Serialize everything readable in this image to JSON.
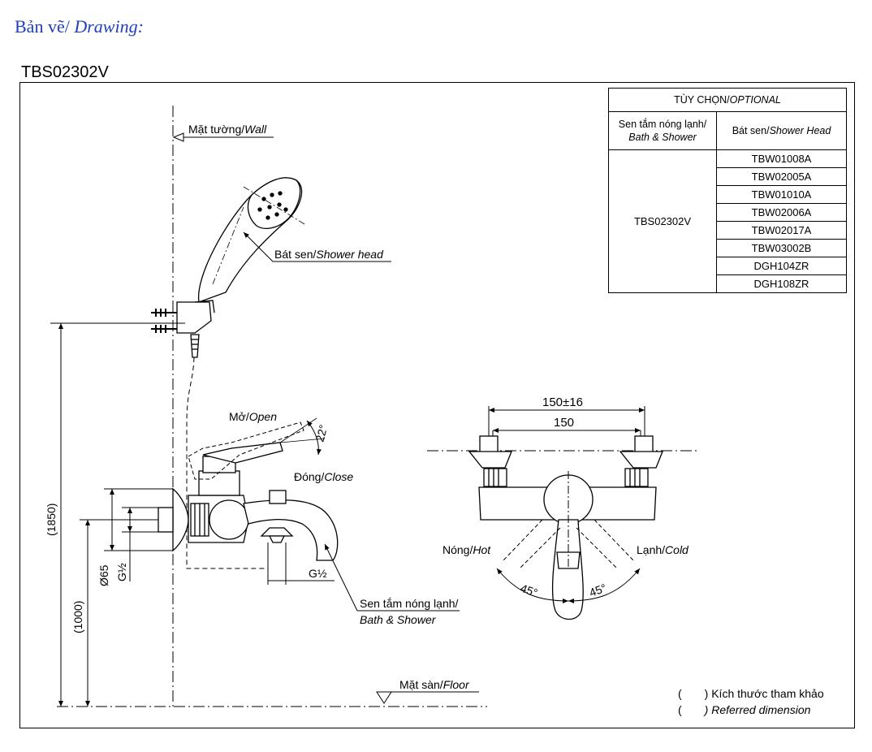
{
  "header": {
    "title_vi": "Bản vẽ/",
    "title_en": " Drawing:",
    "model": "TBS02302V"
  },
  "labels": {
    "wall_vi": "Mặt tường/",
    "wall_en": "Wall",
    "shower_head_vi": "Bát sen/",
    "shower_head_en": "Shower head",
    "open_vi": "Mở/",
    "open_en": "Open",
    "close_vi": "Đóng/",
    "close_en": "Close",
    "angle_22": "22°",
    "bath_shower_vi": "Sen tắm nóng lạnh/",
    "bath_shower_en": "Bath & Shower",
    "floor_vi": "Mặt sàn/",
    "floor_en": "Floor",
    "hot_vi": "Nóng/",
    "hot_en": "Hot",
    "cold_vi": "Lạnh/",
    "cold_en": "Cold",
    "angle_45_left": "45°",
    "angle_45_right": "45°"
  },
  "dimensions": {
    "height_total": "(1850)",
    "height_mixer": "(1000)",
    "diameter": "Ø65",
    "thread_inlet": "G½",
    "thread_outlet": "G½",
    "centers_range": "150±16",
    "centers": "150"
  },
  "options_table": {
    "title_vi": "TÙY CHỌN/",
    "title_en": "OPTIONAL",
    "col1_vi": "Sen tắm nóng lạnh/",
    "col1_en": "Bath & Shower",
    "col2_vi": "Bát sen/",
    "col2_en": "Shower Head",
    "model": "TBS02302V",
    "shower_heads": [
      "TBW01008A",
      "TBW02005A",
      "TBW01010A",
      "TBW02006A",
      "TBW02017A",
      "TBW03002B",
      "DGH104ZR",
      "DGH108ZR"
    ]
  },
  "notes": {
    "paren": "(",
    "ref_vi": ") Kích thước tham khảo",
    "ref_en": ") Referred dimension"
  }
}
